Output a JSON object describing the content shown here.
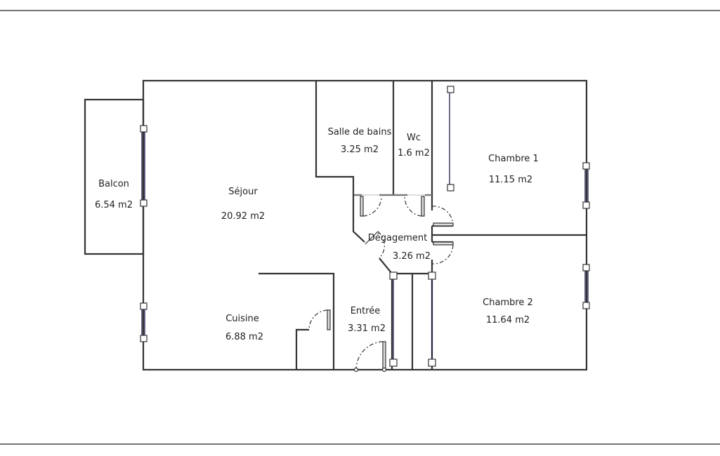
{
  "rooms": [
    {
      "name": "Séjour",
      "area": "20.92 m2"
    },
    {
      "name": "Balcon",
      "area": "6.54 m2"
    },
    {
      "name": "Salle de bains",
      "area": "3.25 m2"
    },
    {
      "name": "Wc",
      "area": "1.6 m2"
    },
    {
      "name": "Chambre 1",
      "area": "11.15 m2"
    },
    {
      "name": "Dégagement",
      "area": "3.26 m2"
    },
    {
      "name": "Chambre 2",
      "area": "11.64 m2"
    },
    {
      "name": "Cuisine",
      "area": "6.88 m2"
    },
    {
      "name": "Entrée",
      "area": "3.31 m2"
    }
  ]
}
